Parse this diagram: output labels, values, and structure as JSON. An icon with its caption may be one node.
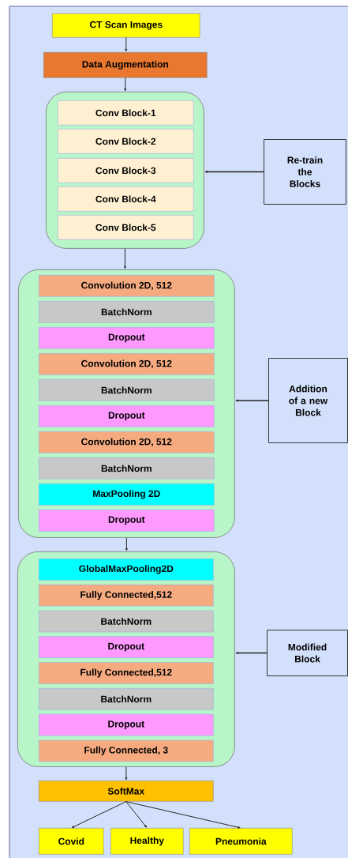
{
  "diagram": {
    "nodes": [
      {
        "text": [
          "CT Scan Images"
        ]
      },
      {
        "text": [
          "Data Augmentation"
        ]
      },
      {
        "text": [],
        "shape": "box"
      },
      {
        "text": [
          "Conv Block-1"
        ],
        "in": 2
      },
      {
        "text": [
          "Conv Block-2"
        ],
        "in": 2
      },
      {
        "text": [
          "Conv Block-3"
        ],
        "in": 2
      },
      {
        "text": [
          "Conv Block-4"
        ],
        "in": 2
      },
      {
        "text": [
          "Conv Block-5"
        ],
        "in": 2
      },
      {
        "text": [
          "Re-train the Blocks"
        ]
      },
      {
        "text": [],
        "shape": "box"
      },
      {
        "text": [
          "Convolution 2D, 512"
        ],
        "in": 9
      },
      {
        "text": [
          "BatchNorm"
        ],
        "in": 9
      },
      {
        "text": [
          "Dropout"
        ],
        "in": 9
      },
      {
        "text": [
          "Convolution 2D, 512"
        ],
        "in": 9
      },
      {
        "text": [
          "BatchNorm"
        ],
        "in": 9
      },
      {
        "text": [
          "Dropout"
        ],
        "in": 9
      },
      {
        "text": [
          "Convolution 2D, 512"
        ],
        "in": 9
      },
      {
        "text": [
          "BatchNorm"
        ],
        "in": 9
      },
      {
        "text": [
          "MaxPooling 2D"
        ],
        "in": 9
      },
      {
        "text": [
          "Dropout"
        ],
        "in": 9
      },
      {
        "text": [
          "Addition of a new Block"
        ]
      },
      {
        "text": [],
        "shape": "box"
      },
      {
        "text": [
          "GlobalMaxPooling2D"
        ],
        "in": 21
      },
      {
        "text": [
          "Fully Connected,512"
        ],
        "in": 21
      },
      {
        "text": [
          "BatchNorm"
        ],
        "in": 21
      },
      {
        "text": [
          "Dropout"
        ],
        "in": 21
      },
      {
        "text": [
          "Fully Connected,512"
        ],
        "in": 21
      },
      {
        "text": [
          "BatchNorm"
        ],
        "in": 21
      },
      {
        "text": [
          "Dropout"
        ],
        "in": 21
      },
      {
        "text": [
          "Fully Connected, 3"
        ],
        "in": 21
      },
      {
        "text": [
          "Modified Block"
        ]
      },
      {
        "text": [
          "SoftMax"
        ]
      },
      {
        "text": [
          "Covid"
        ]
      },
      {
        "text": [
          "Healthy"
        ]
      },
      {
        "text": [
          "Pneumonia"
        ]
      }
    ],
    "edges": [
      {
        "from": 0,
        "to": 1,
        "arrow": "to"
      },
      {
        "from": 1,
        "to": 2,
        "arrow": "to"
      },
      {
        "from": 2,
        "to": 9,
        "arrow": "to"
      },
      {
        "from": 9,
        "to": 21,
        "arrow": "to"
      },
      {
        "from": 21,
        "to": 31,
        "arrow": "to"
      },
      {
        "from": 8,
        "to": 2,
        "arrow": "to"
      },
      {
        "from": 20,
        "to": 9,
        "arrow": "to"
      },
      {
        "from": 30,
        "to": 21,
        "arrow": "to"
      },
      {
        "from": 31,
        "to": 32,
        "arrow": "to"
      },
      {
        "from": 31,
        "to": 33,
        "arrow": "to"
      },
      {
        "from": 31,
        "to": 34,
        "arrow": "to"
      }
    ]
  }
}
